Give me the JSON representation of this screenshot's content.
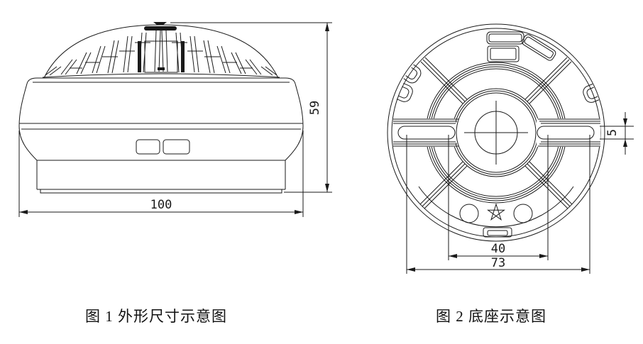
{
  "page": {
    "background": "#ffffff",
    "line_color": "#1a1a1a"
  },
  "figure1": {
    "caption": "图 1  外形尺寸示意图",
    "dimensions": {
      "width": "100",
      "height": "59"
    }
  },
  "figure2": {
    "caption": "图 2  底座示意图",
    "dimensions": {
      "slot_height": "5",
      "inner_hole_span": "40",
      "outer_hole_span": "73"
    }
  }
}
